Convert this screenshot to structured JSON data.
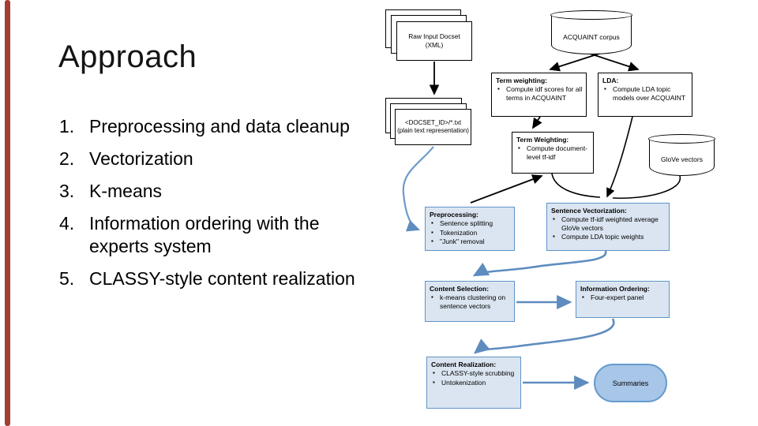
{
  "slide": {
    "title": "Approach",
    "accent_bar_color": "#A33E33",
    "list_items": [
      {
        "number": "1.",
        "text": "Preprocessing and data cleanup"
      },
      {
        "number": "2.",
        "text": "Vectorization"
      },
      {
        "number": "3.",
        "text": "K-means"
      },
      {
        "number": "4.",
        "text": "Information ordering with the experts system"
      },
      {
        "number": "5.",
        "text": "CLASSY-style content realization"
      }
    ]
  },
  "diagram": {
    "colors": {
      "process_fill": "#dbe5f1",
      "process_border": "#5f94c8",
      "connector_blue": "#5e8cbf",
      "shape_border": "#000000",
      "summary_fill": "#a7c6e8"
    },
    "nodes": {
      "raw_input": {
        "label": "Raw Input Docset (XML)"
      },
      "acquaint": {
        "label": "ACQUAINT corpus"
      },
      "term_weighting_idf": {
        "title": "Term weighting:",
        "bullets": [
          "Compute idf scores for all terms in ACQUAINT"
        ]
      },
      "lda": {
        "title": "LDA:",
        "bullets": [
          "Compute LDA topic models over ACQUAINT"
        ]
      },
      "docset": {
        "label": "<DOCSET_ID>/*.txt (plain text representation)"
      },
      "term_weighting_tfidf": {
        "title": "Term Weighting:",
        "bullets": [
          "Compute document-level tf-idf"
        ]
      },
      "glove": {
        "label": "GloVe vectors"
      },
      "preprocessing": {
        "title": "Preprocessing:",
        "bullets": [
          "Sentence splitting",
          "Tokenization",
          "\"Junk\" removal"
        ]
      },
      "sentence_vectorization": {
        "title": "Sentence Vectorization:",
        "bullets": [
          "Compute tf-idf weighted average GloVe vectors",
          "Compute LDA topic weights"
        ]
      },
      "content_selection": {
        "title": "Content Selection:",
        "bullets": [
          "k-means clustering on sentence vectors"
        ]
      },
      "information_ordering": {
        "title": "Information Ordering:",
        "bullets": [
          "Four-expert panel"
        ]
      },
      "content_realization": {
        "title": "Content Realization:",
        "bullets": [
          "CLASSY-style scrubbing",
          "Untokenization"
        ]
      },
      "summaries": {
        "label": "Summaries"
      }
    }
  }
}
